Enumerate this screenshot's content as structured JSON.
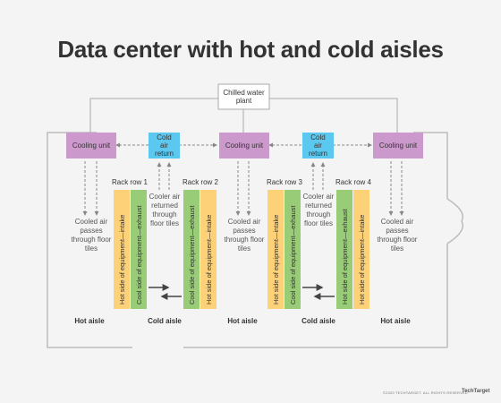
{
  "title": "Data center with hot and cold aisles",
  "chiller": {
    "label": "Chilled water plant"
  },
  "cooling_units": [
    "Cooling unit",
    "Cooling unit",
    "Cooling unit"
  ],
  "air_returns": [
    "Cold air return",
    "Cold air return"
  ],
  "rack_rows": [
    "Rack row 1",
    "Rack row 2",
    "Rack row 3",
    "Rack row 4"
  ],
  "rack_sides": {
    "row1": [
      "Hot side of equipment—intake",
      "Cool side of equipment—exhaust"
    ],
    "row2": [
      "Cool side of equipment—exhaust",
      "Hot side of equipment—intake"
    ],
    "row3": [
      "Hot side of equipment—intake",
      "Cool side of equipment—exhaust"
    ],
    "row4": [
      "Hot side of equipment—exhaust",
      "Hot side of equipment—intake"
    ]
  },
  "airflow_notes": {
    "cooled": "Cooled air passes through floor tiles",
    "returned": "Cooler air returned through floor tiles"
  },
  "aisle_labels": [
    "Hot aisle",
    "Cold aisle",
    "Hot aisle",
    "Cold aisle",
    "Hot aisle"
  ],
  "footer": {
    "copyright": "©2020 TECHTARGET. ALL RIGHTS RESERVED",
    "brand": "TechTarget"
  },
  "colors": {
    "cooling_unit": "#cc99cc",
    "air_return": "#5bc8ef",
    "hot_side": "#fdd178",
    "cool_side": "#99cc77",
    "wall": "#bbbbbb"
  }
}
